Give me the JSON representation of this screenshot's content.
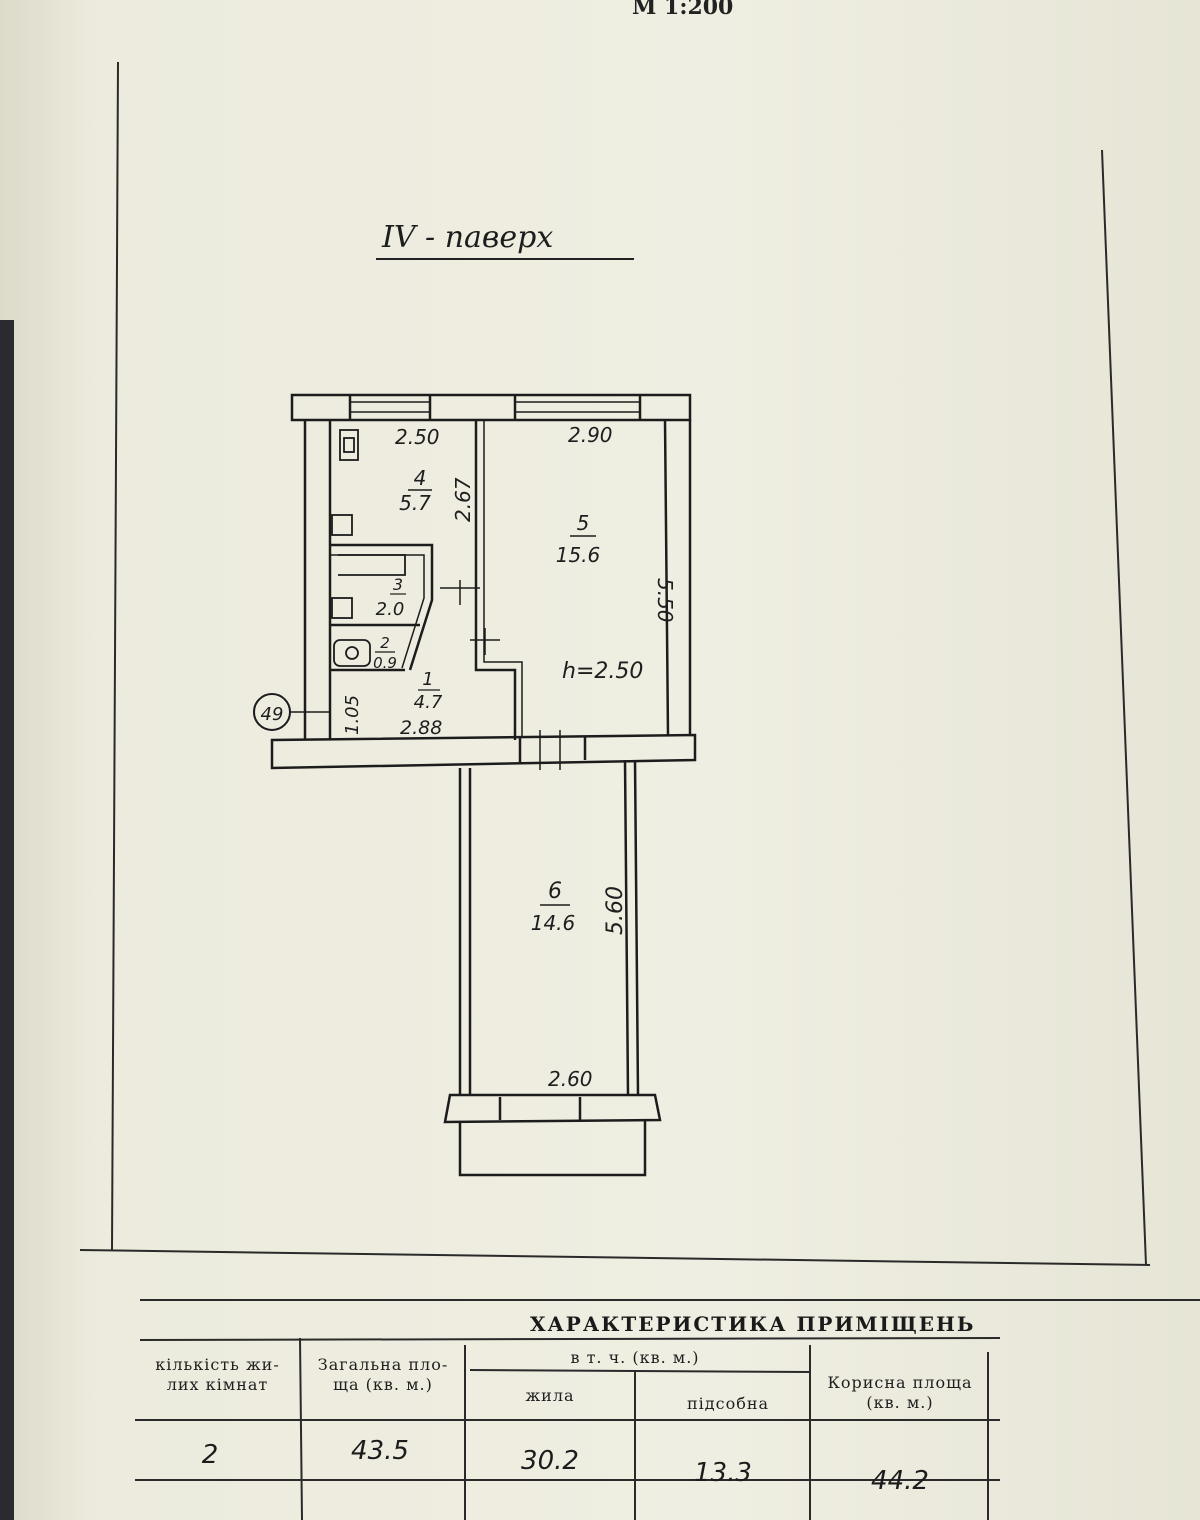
{
  "header": {
    "scale": "М 1:200"
  },
  "plan": {
    "floor_title": "IV - паверх",
    "ceiling_height": "h=2.50",
    "apartment_marker": "49",
    "rooms": [
      {
        "number": "4",
        "area": "5.7"
      },
      {
        "number": "5",
        "area": "15.6"
      },
      {
        "number": "3",
        "area": "2.0"
      },
      {
        "number": "2",
        "area": "0.9"
      },
      {
        "number": "1",
        "area": "4.7"
      },
      {
        "number": "6",
        "area": "14.6"
      }
    ],
    "dimensions": {
      "d_2_50": "2.50",
      "d_2_90": "2.90",
      "d_2_67": "2.67",
      "d_5_50": "5.50",
      "d_1_05": "1.05",
      "d_2_88": "2.88",
      "d_5_60": "5.60",
      "d_2_60": "2.60"
    }
  },
  "table": {
    "title": "ХАРАКТЕРИСТИКА ПРИМІЩЕНЬ",
    "col_rooms": "кількість жи- лих кімнат",
    "col_total": "Загальна пло- ща (кв. м.)",
    "incl_label": "в т. ч. (кв. м.)",
    "col_living": "жила",
    "col_aux": "підсобна",
    "col_useful": "Корисна площа (кв. м.)",
    "values": {
      "rooms": "2",
      "total": "43.5",
      "living": "30.2",
      "aux": "13.3",
      "useful": "44.2"
    }
  }
}
